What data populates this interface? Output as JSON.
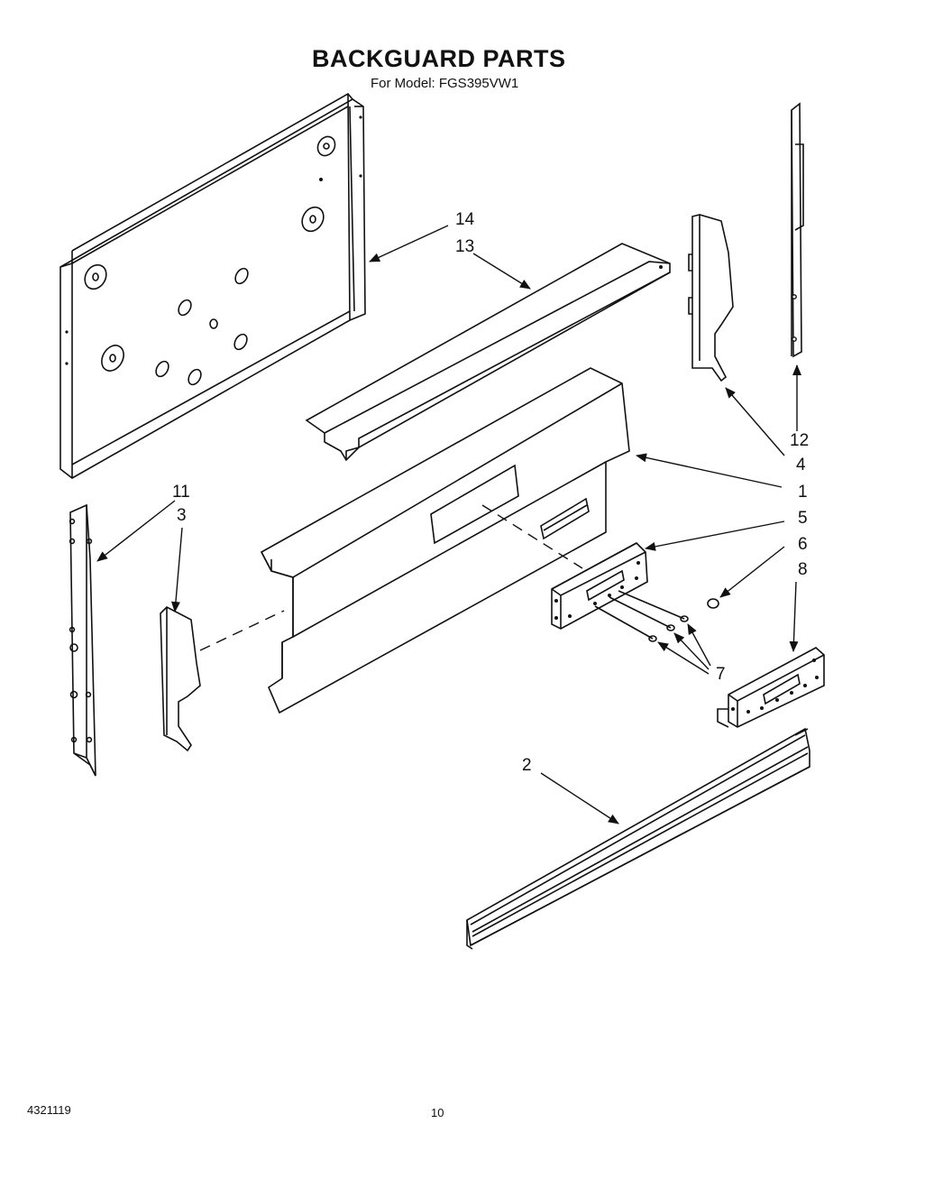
{
  "title": "BACKGUARD PARTS",
  "subtitle": "For Model: FGS395VW1",
  "footer": {
    "part_number": "4321119",
    "page": "10"
  },
  "callouts": [
    "14",
    "13",
    "12",
    "4",
    "1",
    "11",
    "3",
    "5",
    "6",
    "8",
    "7",
    "2"
  ]
}
